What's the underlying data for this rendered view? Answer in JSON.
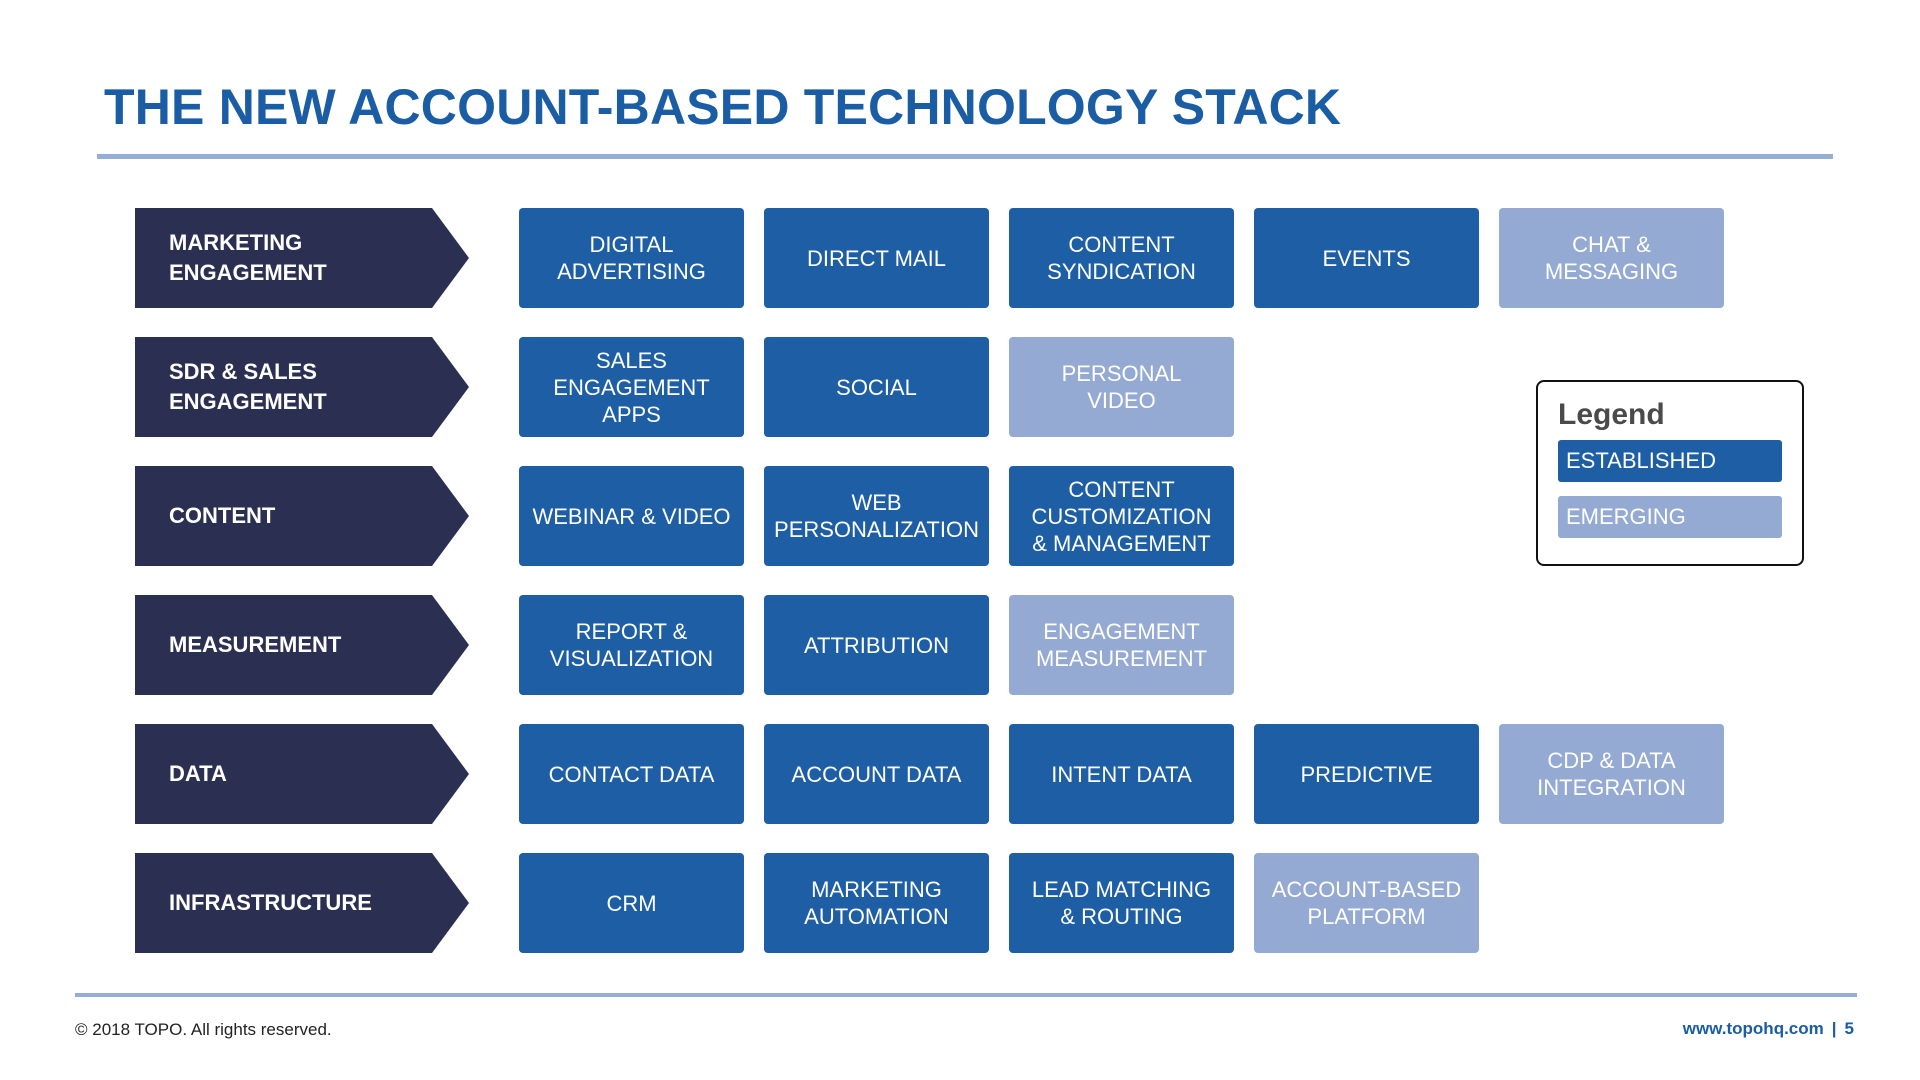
{
  "title": "THE NEW ACCOUNT-BASED TECHNOLOGY STACK",
  "rows": [
    {
      "label": "MARKETING\nENGAGEMENT",
      "items": [
        {
          "label": "DIGITAL\nADVERTISING",
          "status": "established"
        },
        {
          "label": "DIRECT MAIL",
          "status": "established"
        },
        {
          "label": "CONTENT\nSYNDICATION",
          "status": "established"
        },
        {
          "label": "EVENTS",
          "status": "established"
        },
        {
          "label": "CHAT &\nMESSAGING",
          "status": "emerging"
        }
      ]
    },
    {
      "label": "SDR & SALES\nENGAGEMENT",
      "items": [
        {
          "label": "SALES\nENGAGEMENT\nAPPS",
          "status": "established"
        },
        {
          "label": "SOCIAL",
          "status": "established"
        },
        {
          "label": "PERSONAL\nVIDEO",
          "status": "emerging"
        }
      ]
    },
    {
      "label": "CONTENT",
      "items": [
        {
          "label": "WEBINAR & VIDEO",
          "status": "established"
        },
        {
          "label": "WEB\nPERSONALIZATION",
          "status": "established"
        },
        {
          "label": "CONTENT\nCUSTOMIZATION\n& MANAGEMENT",
          "status": "established"
        }
      ]
    },
    {
      "label": "MEASUREMENT",
      "items": [
        {
          "label": "REPORT &\nVISUALIZATION",
          "status": "established"
        },
        {
          "label": "ATTRIBUTION",
          "status": "established"
        },
        {
          "label": "ENGAGEMENT\nMEASUREMENT",
          "status": "emerging"
        }
      ]
    },
    {
      "label": "DATA",
      "items": [
        {
          "label": "CONTACT DATA",
          "status": "established"
        },
        {
          "label": "ACCOUNT DATA",
          "status": "established"
        },
        {
          "label": "INTENT DATA",
          "status": "established"
        },
        {
          "label": "PREDICTIVE",
          "status": "established"
        },
        {
          "label": "CDP & DATA\nINTEGRATION",
          "status": "emerging"
        }
      ]
    },
    {
      "label": "INFRASTRUCTURE",
      "items": [
        {
          "label": "CRM",
          "status": "established"
        },
        {
          "label": "MARKETING\nAUTOMATION",
          "status": "established"
        },
        {
          "label": "LEAD MATCHING\n& ROUTING",
          "status": "established"
        },
        {
          "label": "ACCOUNT-BASED\nPLATFORM",
          "status": "emerging"
        }
      ]
    }
  ],
  "legend": {
    "title": "Legend",
    "established": "ESTABLISHED",
    "emerging": "EMERGING"
  },
  "footer": {
    "copyright": "© 2018 TOPO. All rights reserved.",
    "website": "www.topohq.com",
    "separator": "|",
    "page": "5"
  },
  "colors": {
    "title": "#1a5da4",
    "row_label_bg": "#2b2f52",
    "established": "#1d5ea5",
    "emerging": "#94aad3",
    "rule": "#94aed6"
  }
}
